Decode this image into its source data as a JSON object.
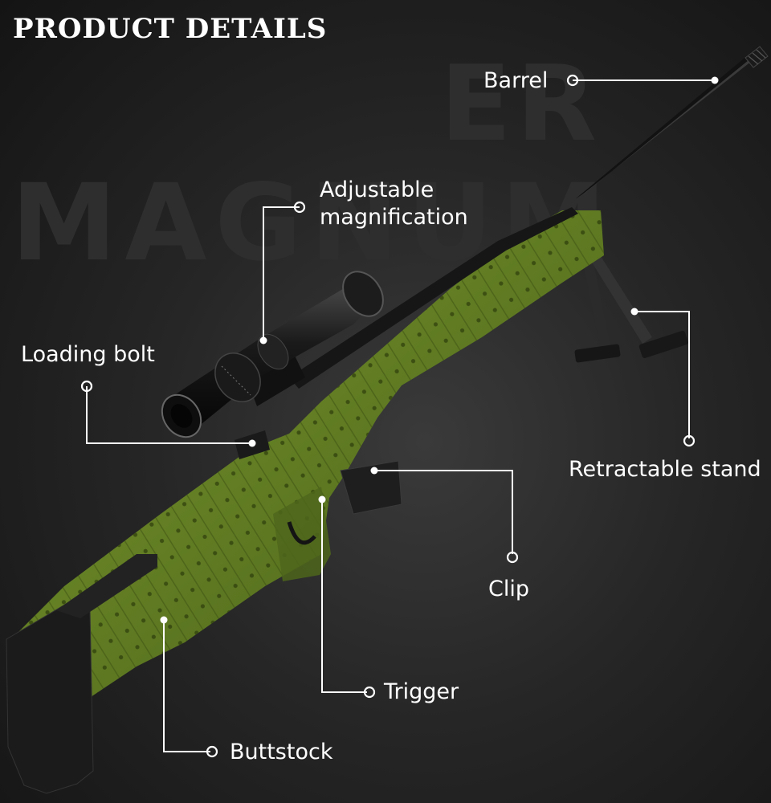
{
  "title": "PRODUCT DETAILS",
  "background_text": {
    "line1": "ER",
    "line2": "MAGNUM"
  },
  "callouts": {
    "barrel": "Barrel",
    "magnification_line1": "Adjustable",
    "magnification_line2": "magnification",
    "loading_bolt": "Loading bolt",
    "retractable_stand": "Retractable stand",
    "clip": "Clip",
    "trigger": "Trigger",
    "buttstock": "Buttstock"
  },
  "colors": {
    "background": "#1e1e1e",
    "body_green": "#5f7a22",
    "dark_parts": "#1c1c1c",
    "label_text": "#ffffff"
  }
}
